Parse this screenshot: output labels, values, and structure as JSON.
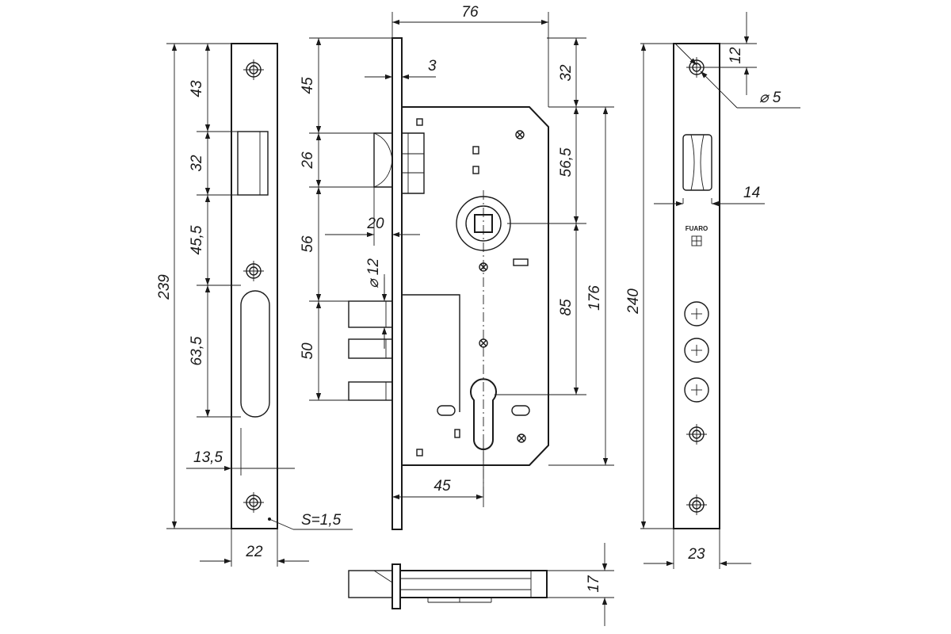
{
  "diagram": {
    "strike_plate": {
      "dims": {
        "top_screw": "43",
        "latch_opening": "32",
        "latch_to_screw": "45,5",
        "bolt_slot": "63,5",
        "slot_offset": "13,5",
        "overall_height": "239",
        "width": "22",
        "thickness": "S=1,5"
      }
    },
    "lock_body": {
      "dims": {
        "overall_width": "76",
        "faceplate_thickness": "3",
        "top_to_latch": "45",
        "latch_height": "26",
        "latch_to_bolt": "56",
        "latch_projection": "20",
        "bolt_diameter": "⌀ 12",
        "bolt_span": "50",
        "top_to_body": "32",
        "body_to_spindle": "56,5",
        "spindle_to_cylinder": "85",
        "body_height": "176",
        "backset": "45"
      }
    },
    "faceplate": {
      "brand": "FUARO",
      "dims": {
        "screw_offset": "12",
        "screw_diameter": "⌀ 5",
        "latch_width": "14",
        "overall_height": "240",
        "width": "23"
      }
    },
    "bottom_view": {
      "dims": {
        "depth": "17"
      }
    }
  }
}
